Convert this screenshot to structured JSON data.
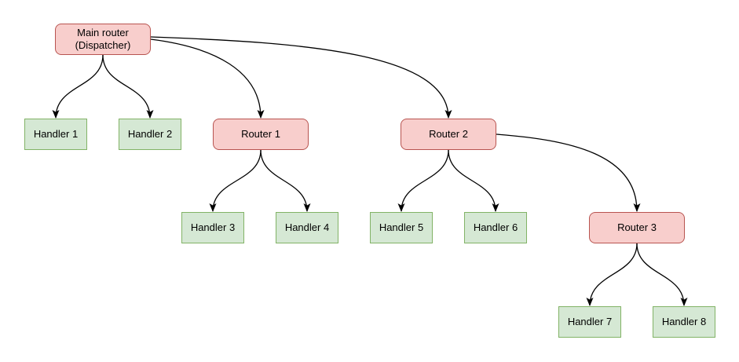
{
  "diagram": {
    "background_color": "#ffffff",
    "edge_color": "#000000",
    "node_styles": {
      "router": {
        "fill": "#f8cecc",
        "border": "#b85450",
        "shape": "rounded-rectangle"
      },
      "handler": {
        "fill": "#d5e8d4",
        "border": "#82b366",
        "shape": "rectangle"
      }
    },
    "nodes": {
      "main_router": {
        "label": "Main router\n(Dispatcher)",
        "type": "router"
      },
      "handler1": {
        "label": "Handler 1",
        "type": "handler"
      },
      "handler2": {
        "label": "Handler 2",
        "type": "handler"
      },
      "router1": {
        "label": "Router 1",
        "type": "router"
      },
      "router2": {
        "label": "Router 2",
        "type": "router"
      },
      "handler3": {
        "label": "Handler 3",
        "type": "handler"
      },
      "handler4": {
        "label": "Handler 4",
        "type": "handler"
      },
      "handler5": {
        "label": "Handler 5",
        "type": "handler"
      },
      "handler6": {
        "label": "Handler 6",
        "type": "handler"
      },
      "router3": {
        "label": "Router 3",
        "type": "router"
      },
      "handler7": {
        "label": "Handler 7",
        "type": "handler"
      },
      "handler8": {
        "label": "Handler 8",
        "type": "handler"
      }
    },
    "edges": [
      {
        "from": "main_router",
        "to": "handler1"
      },
      {
        "from": "main_router",
        "to": "handler2"
      },
      {
        "from": "main_router",
        "to": "router1"
      },
      {
        "from": "main_router",
        "to": "router2"
      },
      {
        "from": "router1",
        "to": "handler3"
      },
      {
        "from": "router1",
        "to": "handler4"
      },
      {
        "from": "router2",
        "to": "handler5"
      },
      {
        "from": "router2",
        "to": "handler6"
      },
      {
        "from": "router2",
        "to": "router3"
      },
      {
        "from": "router3",
        "to": "handler7"
      },
      {
        "from": "router3",
        "to": "handler8"
      }
    ]
  }
}
